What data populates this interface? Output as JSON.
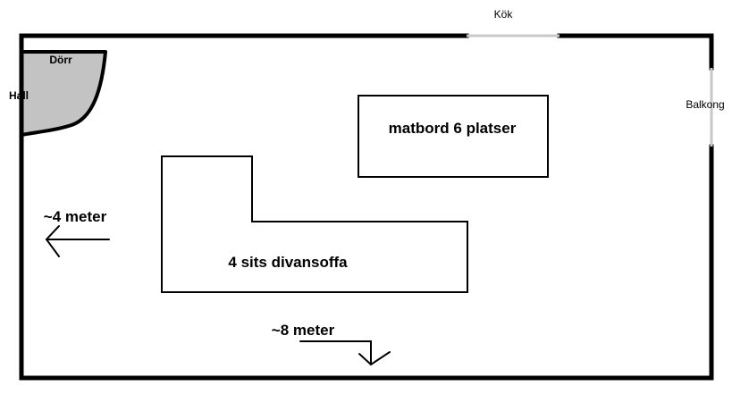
{
  "labels": {
    "kitchen": "Kök",
    "door": "Dörr",
    "hall": "Hall",
    "balcony": "Balkong",
    "dining_table": "matbord 6 platser",
    "sofa": "4 sits divansoffa",
    "width_measure": "~4 meter",
    "length_measure": "~8 meter"
  },
  "colors": {
    "wall": "#000000",
    "opening": "#c8c8c8",
    "door_fill": "#c3c3c3",
    "background": "#ffffff"
  }
}
